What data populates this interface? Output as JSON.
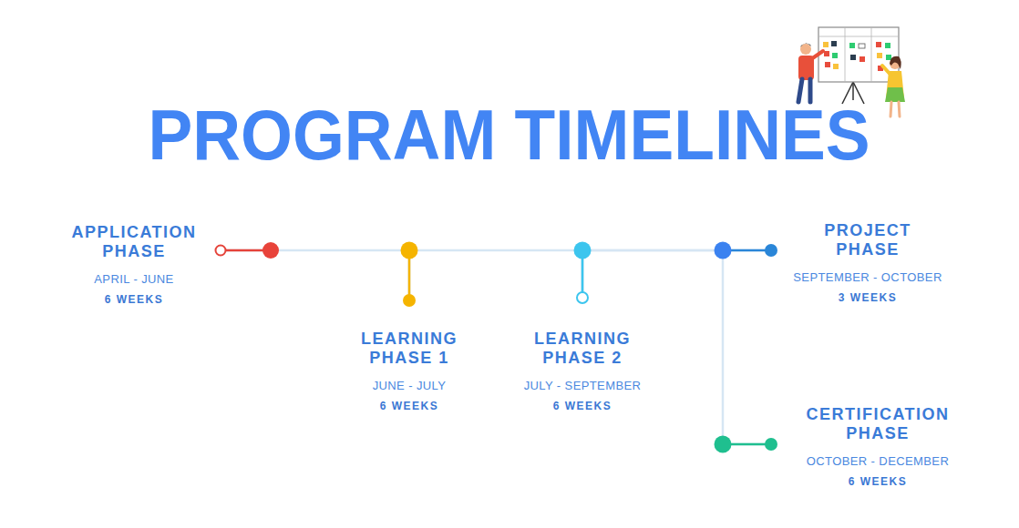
{
  "diagram": {
    "title": "PROGRAM TIMELINES",
    "nodes": [
      {
        "text": [
          "APPLICATION PHASE",
          "APRIL - JUNE",
          "6 WEEKS"
        ]
      },
      {
        "text": [
          "LEARNING PHASE 1",
          "JUNE - JULY",
          "6 WEEKS"
        ]
      },
      {
        "text": [
          "LEARNING PHASE 2",
          "JULY - SEPTEMBER",
          "6 WEEKS"
        ]
      },
      {
        "text": [
          "PROJECT PHASE",
          "SEPTEMBER - OCTOBER",
          "3 WEEKS"
        ]
      },
      {
        "text": [
          "CERTIFICATION PHASE",
          "OCTOBER - DECEMBER",
          "6 WEEKS"
        ]
      }
    ],
    "edges": [
      {
        "from": 0,
        "to": 1,
        "arrow": "none"
      },
      {
        "from": 1,
        "to": 2,
        "arrow": "none"
      },
      {
        "from": 2,
        "to": 3,
        "arrow": "none"
      },
      {
        "from": 2,
        "to": 4,
        "arrow": "none"
      }
    ]
  }
}
